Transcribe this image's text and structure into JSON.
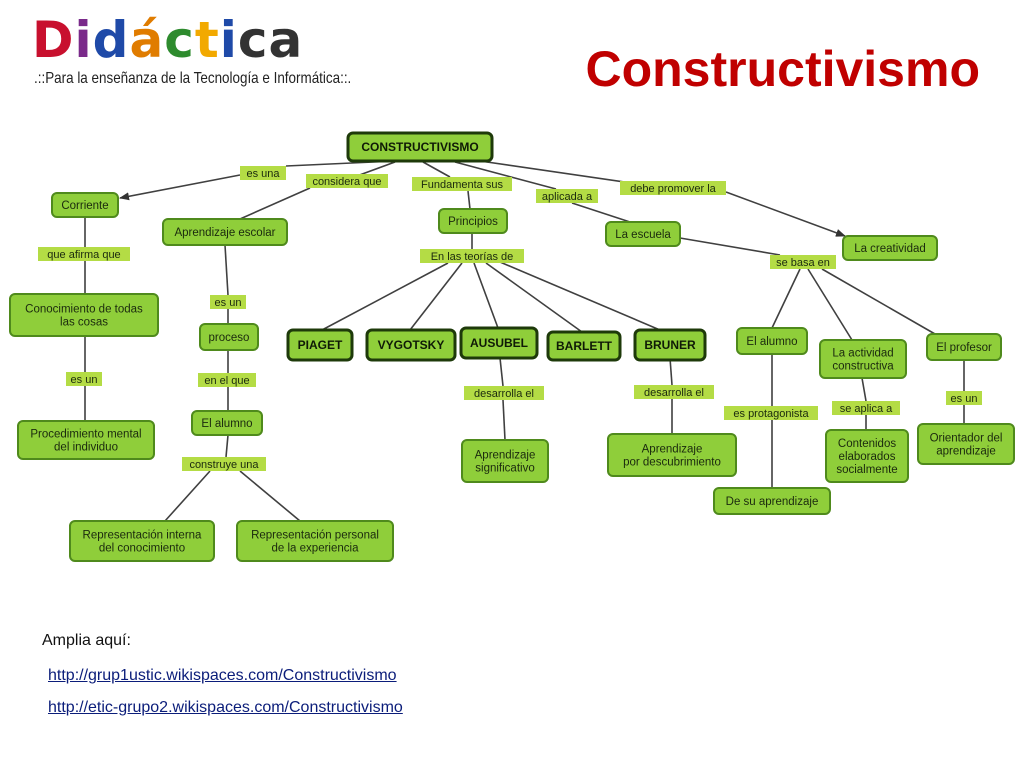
{
  "header": {
    "logo_letters": [
      {
        "char": "D",
        "color": "#c8102e"
      },
      {
        "char": "i",
        "color": "#7a2a8a"
      },
      {
        "char": "d",
        "color": "#1f4aa8"
      },
      {
        "char": "á",
        "color": "#e07c00"
      },
      {
        "char": "c",
        "color": "#2e8b2e"
      },
      {
        "char": "t",
        "color": "#f2a900"
      },
      {
        "char": "i",
        "color": "#1f4aa8"
      },
      {
        "char": "c",
        "color": "#333333"
      },
      {
        "char": "a",
        "color": "#333333"
      }
    ],
    "tagline": ".::Para la enseñanza de la Tecnología e Informática::.",
    "title": "Constructivismo"
  },
  "diagram": {
    "nodes": [
      {
        "id": "constructivismo",
        "text": "CONSTRUCTIVISMO",
        "bold": true
      },
      {
        "id": "corriente",
        "text": "Corriente"
      },
      {
        "id": "aprendizaje_escolar",
        "text": "Aprendizaje escolar"
      },
      {
        "id": "principios",
        "text": "Principios"
      },
      {
        "id": "la_escuela",
        "text": "La escuela"
      },
      {
        "id": "la_creatividad",
        "text": "La creatividad"
      },
      {
        "id": "conocimiento",
        "text": "Conocimiento de todas\nlas cosas"
      },
      {
        "id": "proceso",
        "text": "proceso"
      },
      {
        "id": "piaget",
        "text": "PIAGET",
        "bold": true
      },
      {
        "id": "vygotsky",
        "text": "VYGOTSKY",
        "bold": true
      },
      {
        "id": "ausubel",
        "text": "AUSUBEL",
        "bold": true
      },
      {
        "id": "barlett",
        "text": "BARLETT",
        "bold": true
      },
      {
        "id": "bruner",
        "text": "BRUNER",
        "bold": true
      },
      {
        "id": "el_alumno_r",
        "text": "El alumno"
      },
      {
        "id": "actividad",
        "text": "La actividad\nconstructiva"
      },
      {
        "id": "profesor",
        "text": "El profesor"
      },
      {
        "id": "procedimiento",
        "text": "Procedimiento mental\ndel individuo"
      },
      {
        "id": "el_alumno_l",
        "text": "El alumno"
      },
      {
        "id": "ap_significativo",
        "text": "Aprendizaje\nsignificativo"
      },
      {
        "id": "ap_descubrimiento",
        "text": "Aprendizaje\npor descubrimiento"
      },
      {
        "id": "contenidos",
        "text": "Contenidos\nelaborados\nsocialmente"
      },
      {
        "id": "orientador",
        "text": "Orientador del\naprendizaje"
      },
      {
        "id": "de_su_aprendizaje",
        "text": "De su aprendizaje"
      },
      {
        "id": "rep_interna",
        "text": "Representación interna\ndel conocimiento"
      },
      {
        "id": "rep_personal",
        "text": "Representación personal\nde la experiencia"
      }
    ],
    "labels": [
      {
        "id": "es_una",
        "text": "es una"
      },
      {
        "id": "considera_que",
        "text": "considera que"
      },
      {
        "id": "fundamenta_sus",
        "text": "Fundamenta sus"
      },
      {
        "id": "aplicada_a",
        "text": "aplicada a"
      },
      {
        "id": "debe_promover",
        "text": "debe promover la"
      },
      {
        "id": "que_afirma",
        "text": "que afirma que"
      },
      {
        "id": "en_las_teorias",
        "text": "En las teorías de"
      },
      {
        "id": "se_basa_en",
        "text": "se basa en"
      },
      {
        "id": "es_un_1",
        "text": "es un"
      },
      {
        "id": "es_un_2",
        "text": "es un"
      },
      {
        "id": "en_el_que",
        "text": "en el que"
      },
      {
        "id": "desarrolla_1",
        "text": "desarrolla el"
      },
      {
        "id": "desarrolla_2",
        "text": "desarrolla el"
      },
      {
        "id": "es_protagonista",
        "text": "es protagonista"
      },
      {
        "id": "se_aplica_a",
        "text": "se aplica a"
      },
      {
        "id": "es_un_3",
        "text": "es un"
      },
      {
        "id": "construye_una",
        "text": "construye una"
      }
    ]
  },
  "footer": {
    "caption": "Amplia aquí:",
    "links": [
      "http://grup1ustic.wikispaces.com/Constructivismo",
      "http://etic-grupo2.wikispaces.com/Constructivismo"
    ]
  }
}
